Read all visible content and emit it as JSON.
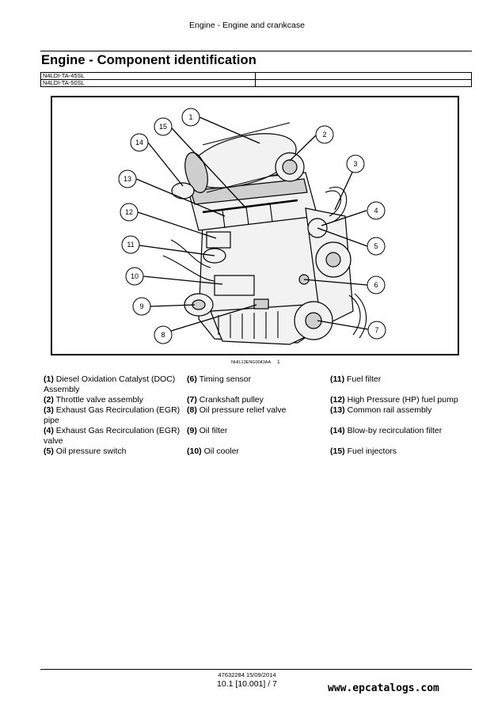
{
  "header": {
    "title": "Engine - Engine and crankcase"
  },
  "page_title": "Engine - Component identification",
  "models": [
    "N4LDI-TA-45SL",
    "N4LDI-TA-50SL"
  ],
  "figure": {
    "ref_code": "NHIL13ENG0043AA",
    "number": "1",
    "callouts": [
      "1",
      "2",
      "3",
      "4",
      "5",
      "6",
      "7",
      "8",
      "9",
      "10",
      "11",
      "12",
      "13",
      "14",
      "15"
    ]
  },
  "legend": [
    {
      "num": "(1)",
      "text": "Diesel Oxidation Catalyst (DOC) Assembly"
    },
    {
      "num": "(2)",
      "text": "Throttle valve assembly"
    },
    {
      "num": "(3)",
      "text": "Exhaust Gas Recirculation (EGR) pipe"
    },
    {
      "num": "(4)",
      "text": "Exhaust Gas Recirculation (EGR) valve"
    },
    {
      "num": "(5)",
      "text": "Oil pressure switch"
    },
    {
      "num": "(6)",
      "text": "Timing sensor"
    },
    {
      "num": "(7)",
      "text": "Crankshaft pulley"
    },
    {
      "num": "(8)",
      "text": "Oil pressure relief valve"
    },
    {
      "num": "(9)",
      "text": "Oil filter"
    },
    {
      "num": "(10)",
      "text": "Oil cooler"
    },
    {
      "num": "(11)",
      "text": "Fuel filter"
    },
    {
      "num": "(12)",
      "text": "High Pressure (HP) fuel pump"
    },
    {
      "num": "(13)",
      "text": "Common rail assembly"
    },
    {
      "num": "(14)",
      "text": "Blow-by recirculation filter"
    },
    {
      "num": "(15)",
      "text": "Fuel injectors"
    }
  ],
  "footer": {
    "doc_info": "47632284 15/09/2014",
    "page": "10.1 [10.001] / 7",
    "watermark": "www.epcatalogs.com"
  }
}
